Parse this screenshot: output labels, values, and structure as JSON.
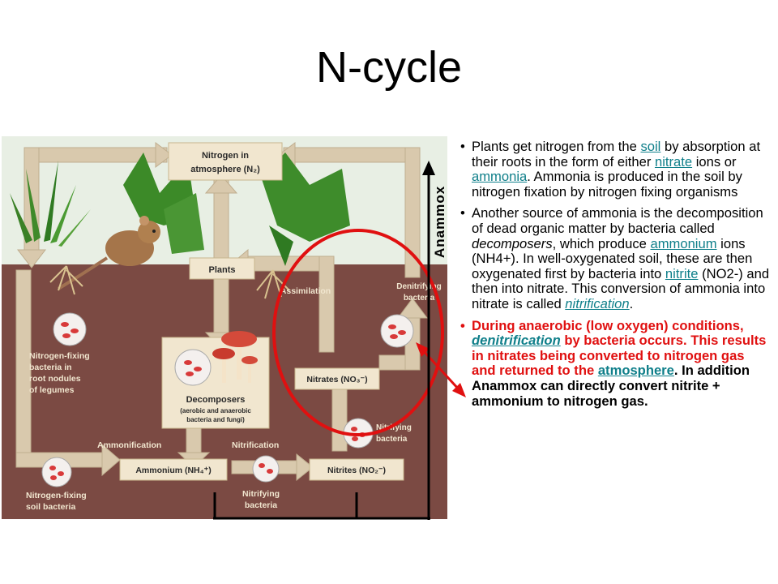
{
  "slide": {
    "title": "N-cycle",
    "side_label": "Anammox"
  },
  "diagram": {
    "labels": {
      "atmosphere": [
        "Nitrogen in",
        "atmosphere (N₂)"
      ],
      "plants": "Plants",
      "assimilation": "Assimilation",
      "denitrifying": [
        "Denitrifying",
        "bacteria"
      ],
      "nfix_nodules": [
        "Nitrogen-fixing",
        "bacteria in",
        "root nodules",
        "of legumes"
      ],
      "decomposers": "Decomposers",
      "decomposers_sub": [
        "(aerobic and anaerobic",
        "bacteria and fungi)"
      ],
      "nitrates": "Nitrates (NO₃⁻)",
      "nitrifying_right": [
        "Nitrifying",
        "bacteria"
      ],
      "ammonification": "Ammonification",
      "nitrification": "Nitrification",
      "ammonium": "Ammonium (NH₄⁺)",
      "nitrites": "Nitrites (NO₂⁻)",
      "nfix_soil": [
        "Nitrogen-fixing",
        "soil bacteria"
      ],
      "nitrifying_bottom": [
        "Nitrifying",
        "bacteria"
      ]
    }
  },
  "text": {
    "p1": {
      "a": "Plants get nitrogen from the ",
      "soil": "soil",
      "b": " by absorption at their roots in the form of either ",
      "nitrate": "nitrate",
      "c": " ions or ",
      "ammonia": "ammonia",
      "d": ". Ammonia is produced in the soil by nitrogen fixation by nitrogen fixing organisms"
    },
    "p2": {
      "a": "Another source of ammonia is the decomposition of dead organic matter by bacteria called ",
      "decomposers": "decomposers",
      "b": ", which produce ",
      "ammonium": "ammonium",
      "c": " ions (NH4+).  In well-oxygenated soil, these are then oxygenated first by bacteria into ",
      "nitrite": "nitrite",
      "d": " (NO2-) and then into nitrate. This conversion of ammonia into nitrate is called ",
      "nitrification": "nitrification",
      "e": "."
    },
    "p3": {
      "a": "During anaerobic (low oxygen) conditions, ",
      "denitrification": "denitrification",
      "b": " by bacteria occurs. This results in nitrates being converted to nitrogen gas and returned to the ",
      "atmosphere": "atmosphere",
      "c": ". In addition Anammox can directly convert nitrite + ammonium to nitrogen gas."
    }
  },
  "colors": {
    "soil": "#7b4a43",
    "sky": "#e8efe4",
    "arrow": "#d9c9ad",
    "label_box": "#f1e6cf",
    "annotation_red": "#e01010",
    "link": "#0f7f8a"
  }
}
